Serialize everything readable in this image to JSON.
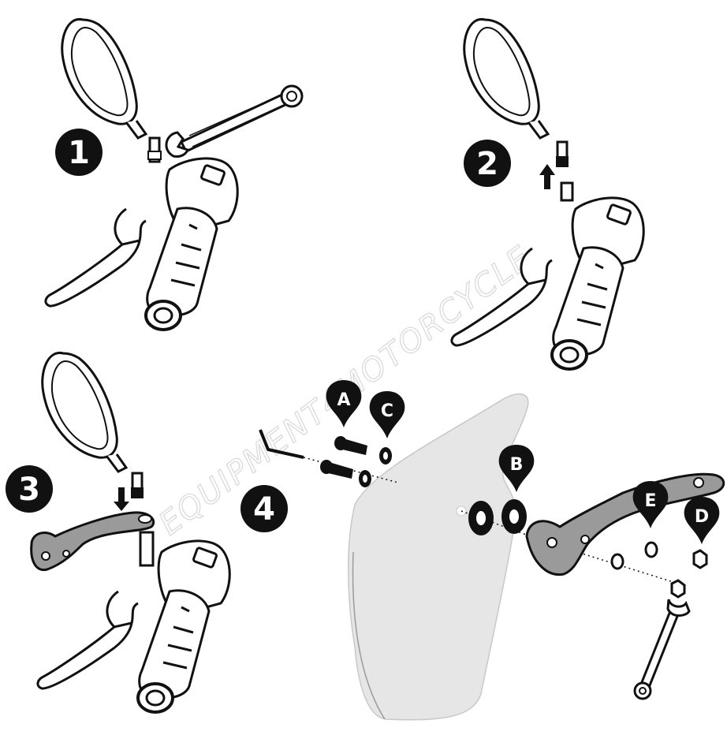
{
  "steps": [
    {
      "number": "1"
    },
    {
      "number": "2"
    },
    {
      "number": "3"
    },
    {
      "number": "4"
    }
  ],
  "parts": [
    {
      "letter": "A",
      "icon": "bolt-icon"
    },
    {
      "letter": "C",
      "icon": "washer-icon"
    },
    {
      "letter": "B",
      "icon": "rubber-washer-icon"
    },
    {
      "letter": "E",
      "icon": "washer-icon"
    },
    {
      "letter": "D",
      "icon": "nut-icon"
    }
  ],
  "watermark": "EQUIPMENT4MOTORCYCLE",
  "colors": {
    "line": "#111111",
    "badge": "#111111",
    "windscreen_fill": "#e6e6e6",
    "bracket_fill": "#9a9a9a",
    "watermark": "#d8d8d8"
  }
}
